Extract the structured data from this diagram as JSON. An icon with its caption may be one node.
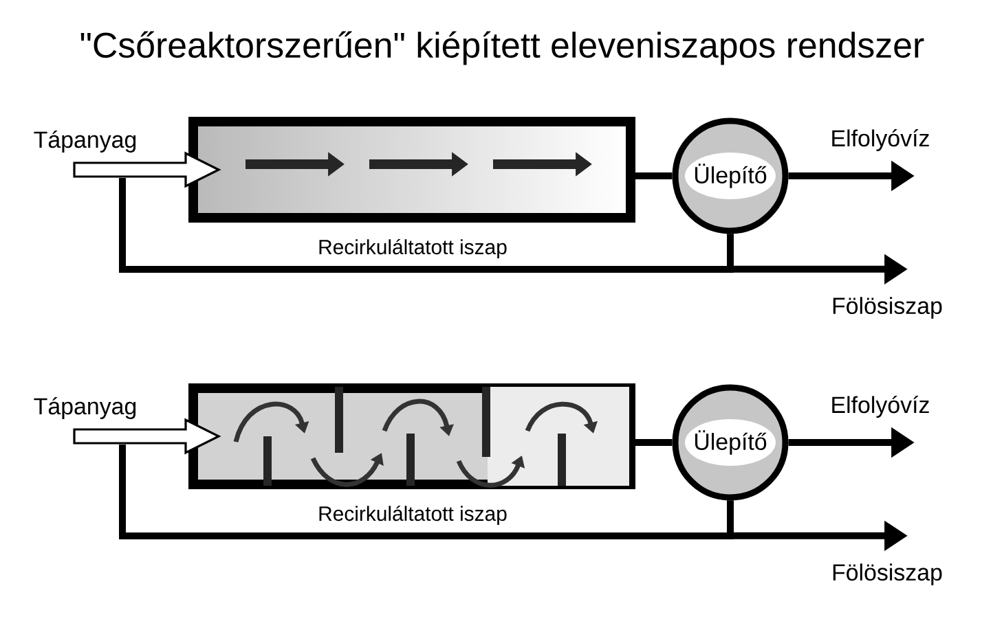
{
  "diagram": {
    "title": "\"Csőreaktorszerűen\" kiépített eleveniszapos rendszer",
    "nodes": [
      {
        "text": [
          "Tápanyag"
        ]
      },
      {
        "text": [],
        "shape": "box"
      },
      {
        "text": [
          "Ülepítő"
        ]
      },
      {
        "text": [
          "Elfolyóvíz"
        ]
      },
      {
        "text": [
          "Fölösiszap"
        ]
      },
      {
        "text": [
          "Tápanyag"
        ]
      },
      {
        "text": [],
        "shape": "box"
      },
      {
        "text": [
          "Ülepítő"
        ]
      },
      {
        "text": [
          "Elfolyóvíz"
        ]
      },
      {
        "text": [
          "Fölösiszap"
        ]
      }
    ],
    "edges": [
      {
        "from": 0,
        "to": 1,
        "arrow": "to"
      },
      {
        "from": 1,
        "to": 2,
        "arrow": "none"
      },
      {
        "from": 2,
        "to": 3,
        "arrow": "to"
      },
      {
        "from": 2,
        "to": 0,
        "arrow": "none",
        "label": "Recirkuláltatott iszap"
      },
      {
        "from": 2,
        "to": 4,
        "arrow": "to"
      },
      {
        "from": 5,
        "to": 6,
        "arrow": "to"
      },
      {
        "from": 6,
        "to": 7,
        "arrow": "none"
      },
      {
        "from": 7,
        "to": 8,
        "arrow": "to"
      },
      {
        "from": 7,
        "to": 5,
        "arrow": "none",
        "label": "Recirkuláltatott iszap"
      },
      {
        "from": 7,
        "to": 9,
        "arrow": "to"
      }
    ]
  }
}
